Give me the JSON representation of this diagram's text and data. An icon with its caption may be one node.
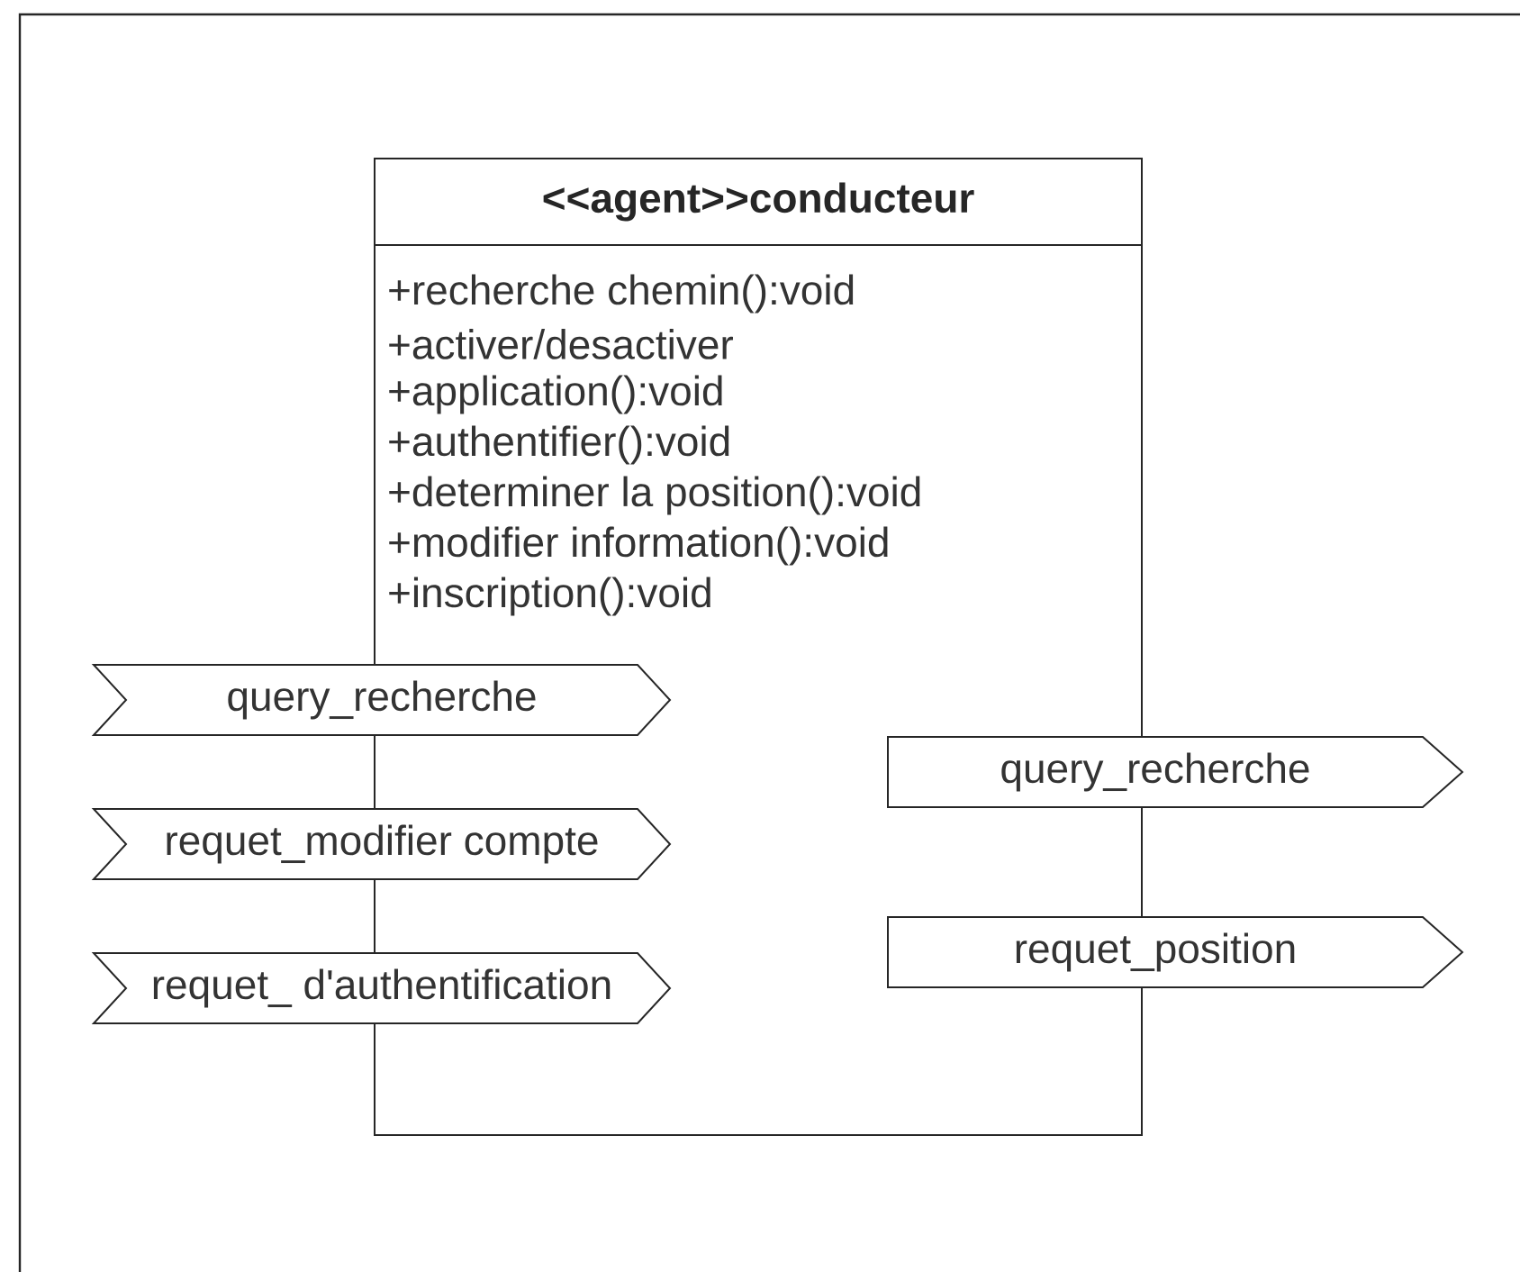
{
  "diagram": {
    "nodes": [
      {
        "text": [
          "<<agent>>conducteur",
          "+recherche chemin():void",
          "+activer/desactiver",
          "+application():void",
          "+authentifier():void",
          "+determiner la position():void",
          "+modifier information():void",
          "+inscription():void"
        ]
      },
      {
        "text": [
          "query_recherche"
        ]
      },
      {
        "text": [
          "requet_modifier compte"
        ]
      },
      {
        "text": [
          "requet_ d'authentification"
        ]
      },
      {
        "text": [
          "query_recherche"
        ]
      },
      {
        "text": [
          "requet_position"
        ]
      }
    ]
  }
}
